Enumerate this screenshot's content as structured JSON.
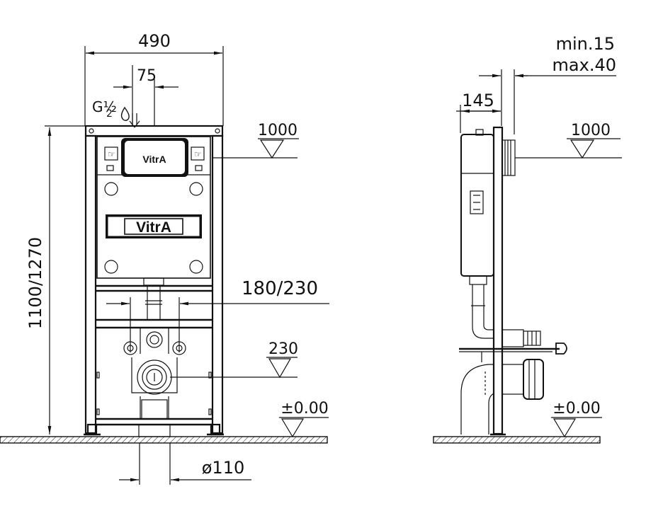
{
  "front_view": {
    "width_label": "490",
    "offset_label": "75",
    "thread_label": "G½",
    "height_label": "1100/1270",
    "spacing_label": "180/230",
    "level_top_label": "1000",
    "level_mid_label": "230",
    "level_floor_label": "±0.00",
    "pipe_label": "ø110",
    "brand_small": "VitrA",
    "brand_large": "VitrA"
  },
  "side_view": {
    "depth_label": "145",
    "adjust_min_label": "min.15",
    "adjust_max_label": "max.40",
    "level_top_label": "1000",
    "level_floor_label": "±0.00"
  }
}
